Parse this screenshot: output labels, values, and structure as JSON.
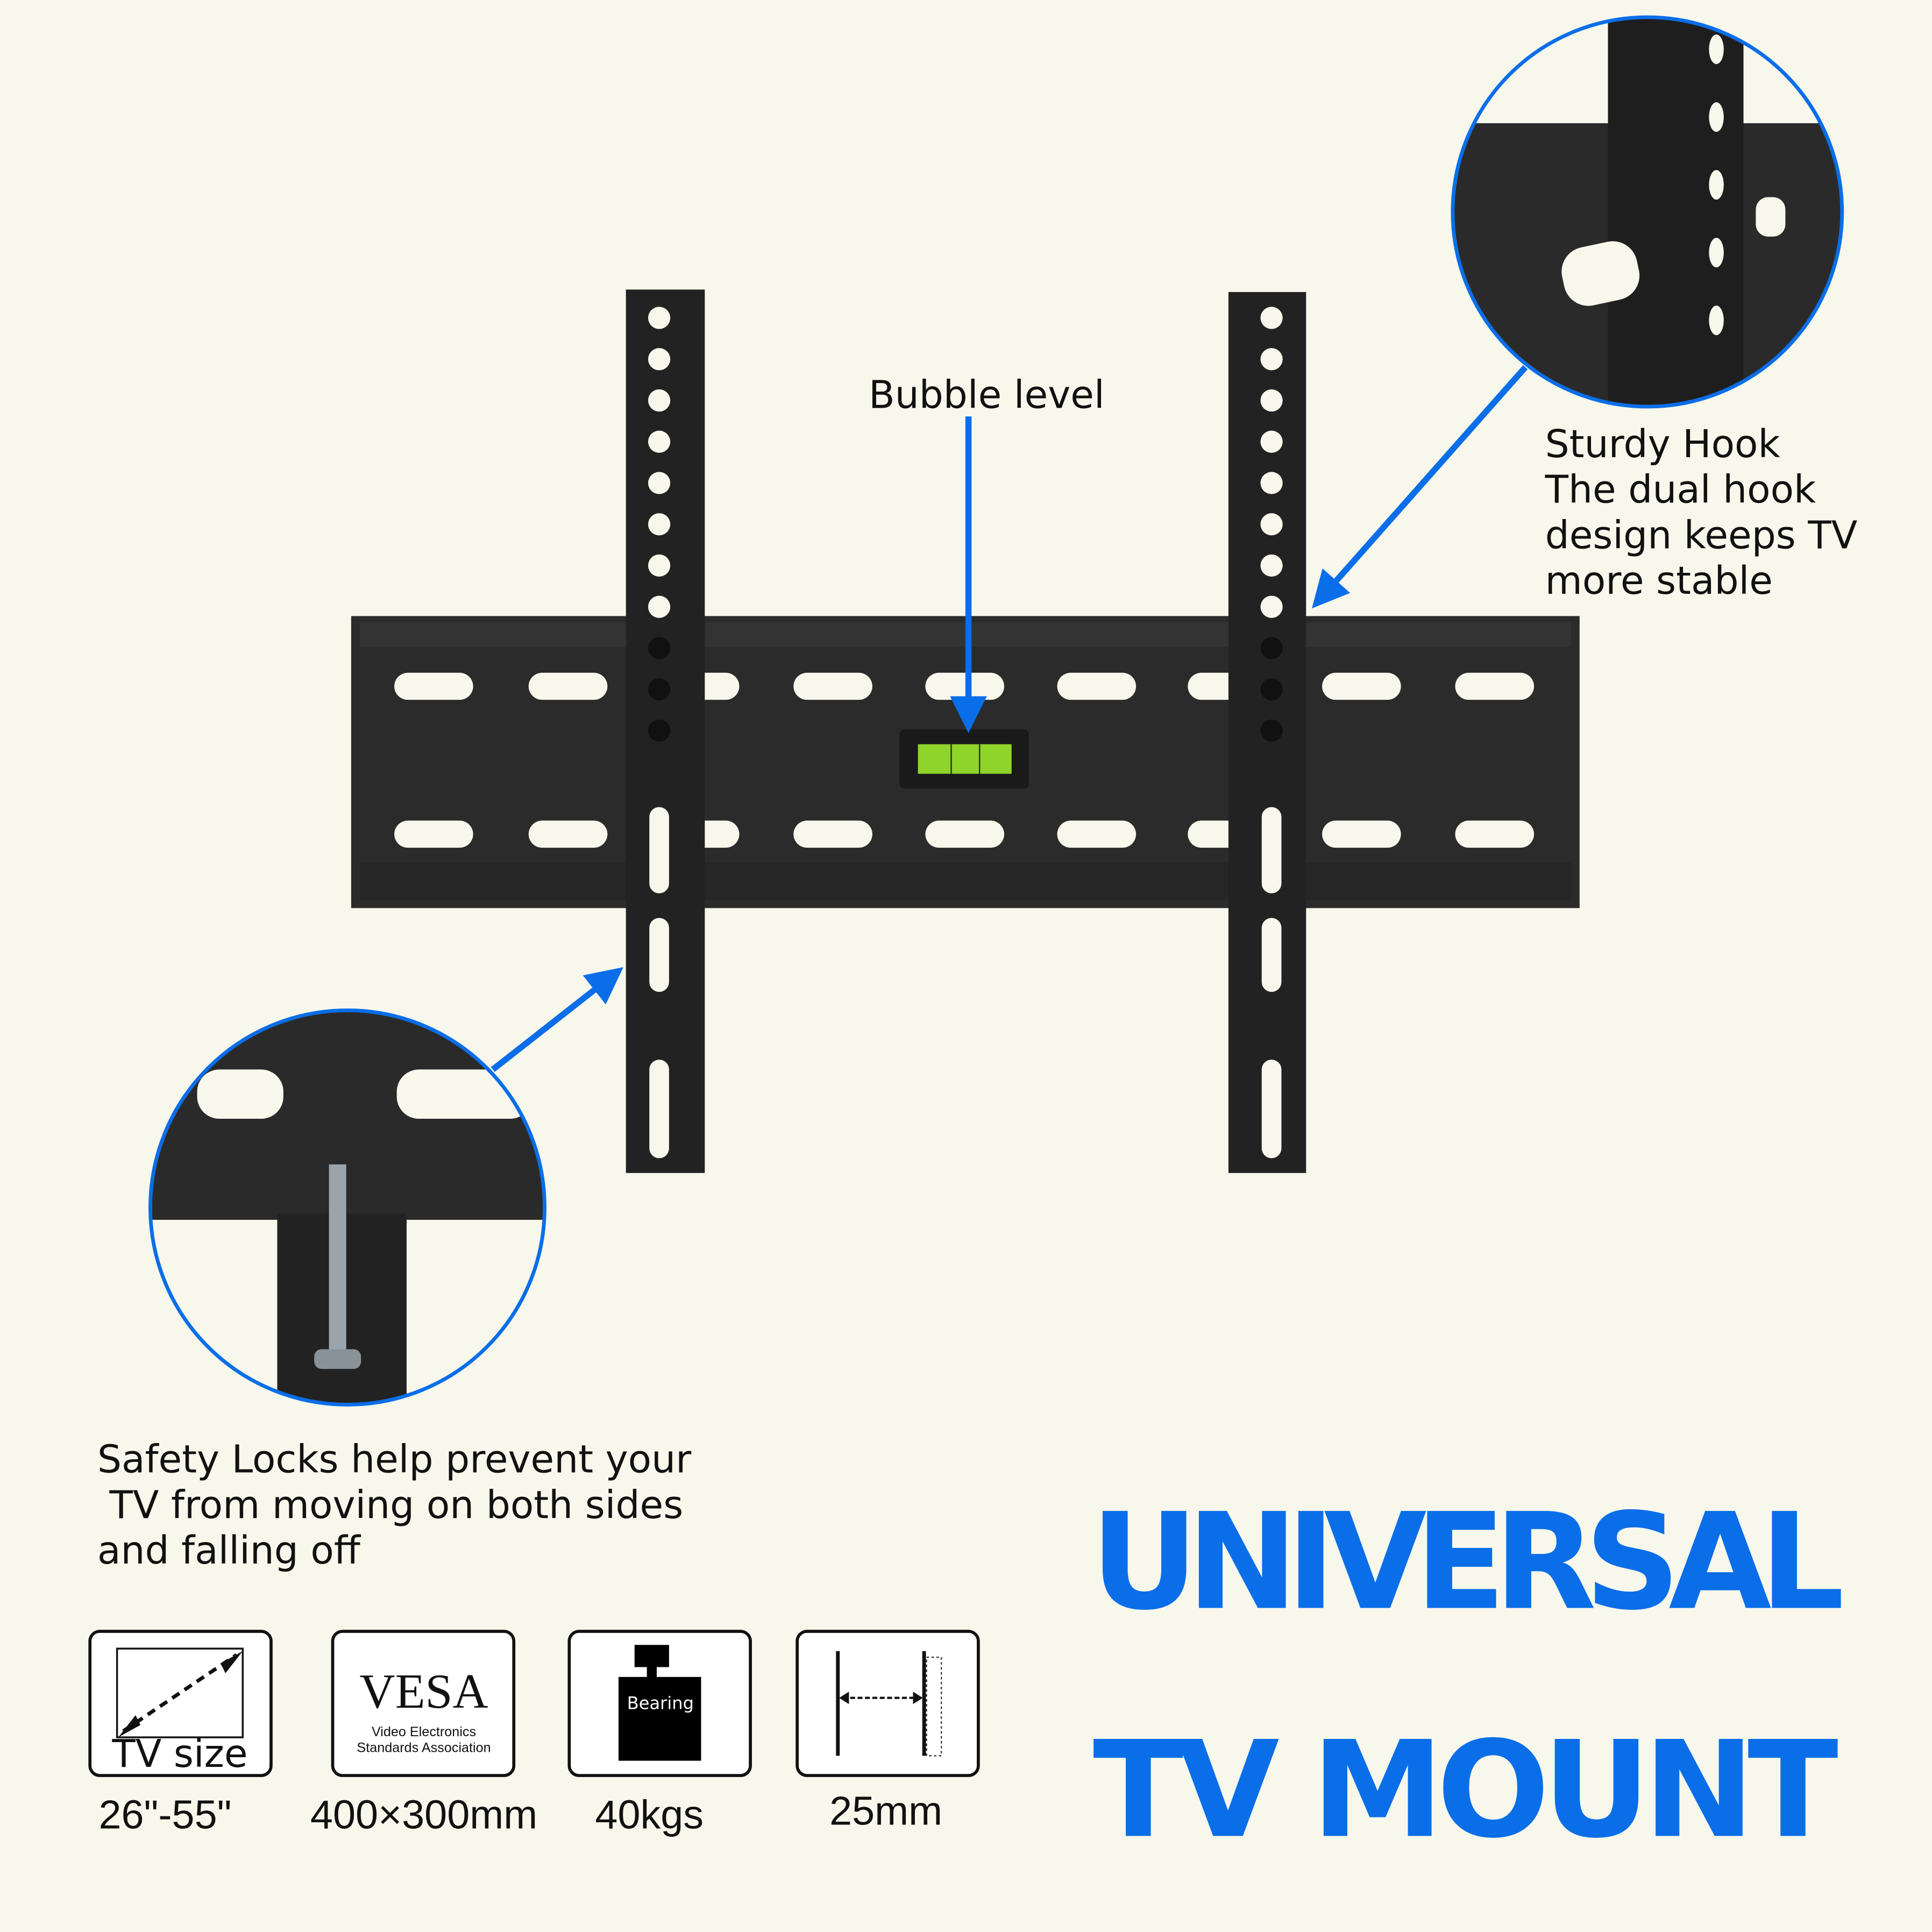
{
  "callouts": {
    "bubble_level": "Bubble level",
    "sturdy_hook": [
      "Sturdy Hook",
      "The dual hook",
      "design keeps TV",
      "more stable"
    ],
    "safety_locks": [
      "Safety Locks help prevent your",
      " TV from moving on both sides",
      "and falling off"
    ]
  },
  "title": {
    "line1": "UNIVERSAL",
    "line2": "TV MOUNT"
  },
  "specs": [
    {
      "icon": "tv-size-icon",
      "icon_label": "TV size",
      "value": "26\"-55\""
    },
    {
      "icon": "vesa-icon",
      "icon_label": "VESA",
      "icon_sub1": "Video Electronics",
      "icon_sub2": "Standards Association",
      "value": "400×300mm"
    },
    {
      "icon": "weight-icon",
      "icon_label": "Bearing",
      "value": "40kgs"
    },
    {
      "icon": "wall-distance-icon",
      "value": "25mm"
    }
  ],
  "colors": {
    "accent": "#0a6ee8",
    "background": "#f7f7ec",
    "metal": "#2a2a2a"
  }
}
